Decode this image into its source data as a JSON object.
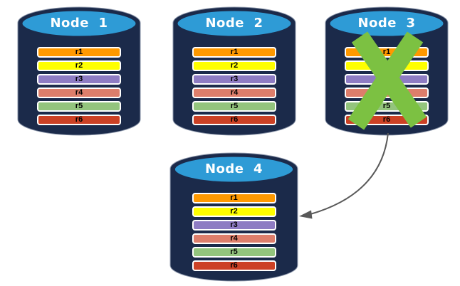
{
  "diagram": {
    "nodes": [
      {
        "label": "Node  1",
        "failed": false
      },
      {
        "label": "Node  2",
        "failed": false
      },
      {
        "label": "Node  3",
        "failed": true
      },
      {
        "label": "Node  4",
        "failed": false
      }
    ],
    "rows": [
      {
        "label": "r1",
        "color": "#FF9900"
      },
      {
        "label": "r2",
        "color": "#FFFF00"
      },
      {
        "label": "r3",
        "color": "#8E7CC3"
      },
      {
        "label": "r4",
        "color": "#DD7E6B"
      },
      {
        "label": "r5",
        "color": "#93C47D"
      },
      {
        "label": "r6",
        "color": "#CC4125"
      }
    ],
    "colors": {
      "cylinder_body": "#1B2A4A",
      "cylinder_edge": "#8B96AA",
      "cylinder_top": "#2E9BD6",
      "failure_x": "#7CC142",
      "arrow": "#595959"
    }
  }
}
